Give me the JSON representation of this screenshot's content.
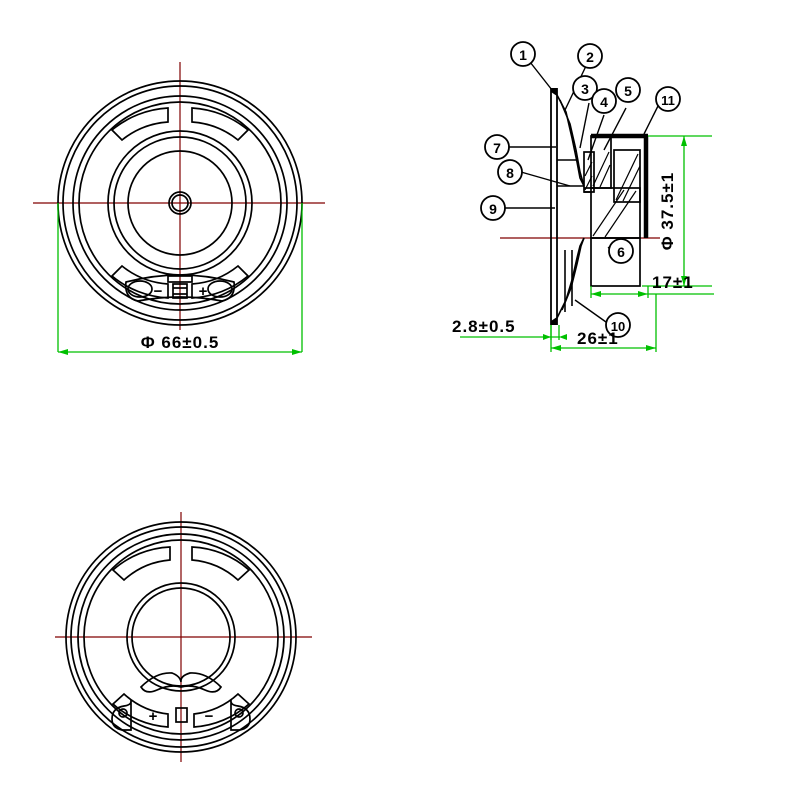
{
  "drawing": {
    "type": "mechanical-engineering-drawing",
    "subject": "loudspeaker-66mm",
    "colors": {
      "outline": "#000000",
      "dimension": "#00c000",
      "centerline": "#800000",
      "background": "#ffffff"
    }
  },
  "views": {
    "front": {
      "name": "front-view",
      "dimension_label": "Φ 66±0.5",
      "terminal_left": "−",
      "terminal_right": "+"
    },
    "section": {
      "name": "section-side-view",
      "dim_height": "Φ 37.5±1",
      "dim_depth_inner": "17±1",
      "dim_depth_total": "26±1",
      "dim_flange": "2.8±0.5"
    },
    "rear": {
      "name": "rear-view",
      "terminal_left": "+",
      "terminal_right": "−"
    }
  },
  "balloons": [
    {
      "id": "1",
      "label": "①"
    },
    {
      "id": "2",
      "label": "②"
    },
    {
      "id": "3",
      "label": "③"
    },
    {
      "id": "4",
      "label": "④"
    },
    {
      "id": "5",
      "label": "⑤"
    },
    {
      "id": "6",
      "label": "⑥"
    },
    {
      "id": "7",
      "label": "⑦"
    },
    {
      "id": "8",
      "label": "⑧"
    },
    {
      "id": "9",
      "label": "⑨"
    },
    {
      "id": "10",
      "label": "⑩"
    },
    {
      "id": "11",
      "label": "⑪"
    }
  ],
  "balloon_numbers": {
    "n1": "1",
    "n2": "2",
    "n3": "3",
    "n4": "4",
    "n5": "5",
    "n6": "6",
    "n7": "7",
    "n8": "8",
    "n9": "9",
    "n10": "10",
    "n11": "11"
  }
}
